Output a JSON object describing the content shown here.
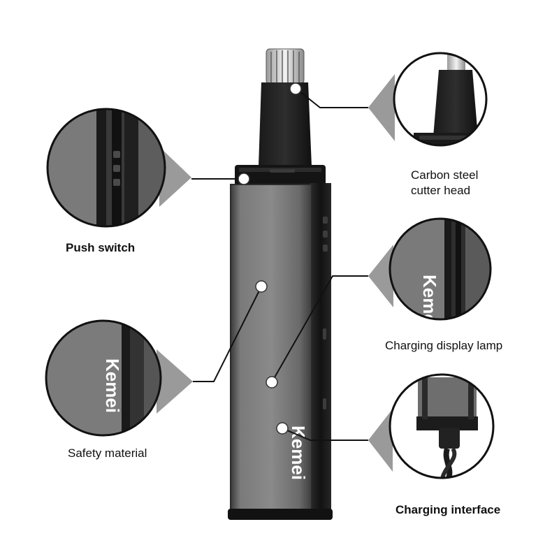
{
  "brand": "Kemei",
  "labels": {
    "carbon_line1": "Carbon steel",
    "carbon_line2": "cutter head",
    "push_switch": "Push switch",
    "charging_lamp": "Charging display lamp",
    "safety": "Safety material",
    "charging_interface": "Charging interface"
  },
  "colors": {
    "body_gray": "#6d6d6d",
    "dark": "#1c1c1c",
    "wedge": "#9a9a9a",
    "line": "#111111"
  }
}
